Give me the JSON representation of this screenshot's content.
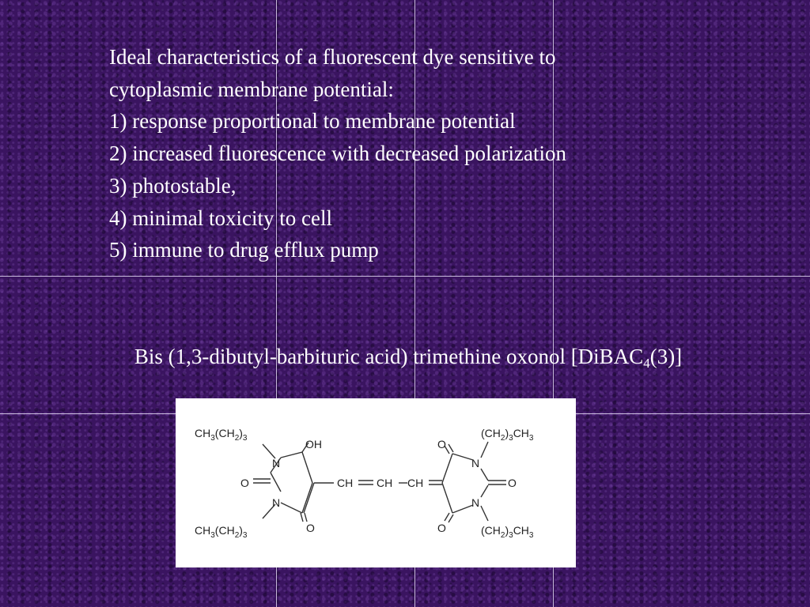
{
  "slide": {
    "lines": [
      "Ideal characteristics of a fluorescent dye sensitive to",
      "cytoplasmic membrane potential:",
      "1) response proportional to membrane potential",
      "2) increased fluorescence with decreased polarization",
      "3) photostable,",
      "4) minimal toxicity to cell",
      "5) immune to drug efflux pump"
    ],
    "caption": {
      "main": "Bis (1,3-dibutyl-barbituric acid) trimethine oxonol [DiBAC",
      "subscript": "4",
      "end": "(3)]"
    },
    "structure": {
      "ch3": "CH",
      "ch2": "(CH",
      "paren_close": ")",
      "sub2": "2",
      "sub3": "3",
      "N": "N",
      "O": "O",
      "OH": "OH",
      "CH": "CH"
    }
  },
  "colors": {
    "background": "#3a1460",
    "text": "#ffffff",
    "gridlines": "#e1d7f0"
  }
}
